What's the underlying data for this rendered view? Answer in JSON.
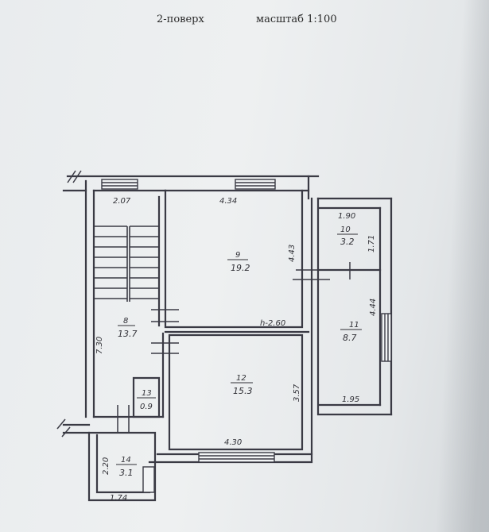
{
  "header": {
    "floor": "2-поверх",
    "scale": "масштаб 1:100"
  },
  "rooms": [
    {
      "number": "8",
      "area": "13.7"
    },
    {
      "number": "9",
      "area": "19.2"
    },
    {
      "number": "10",
      "area": "3.2"
    },
    {
      "number": "11",
      "area": "8.7"
    },
    {
      "number": "12",
      "area": "15.3"
    },
    {
      "number": "13",
      "area": "0.9"
    },
    {
      "number": "14",
      "area": "3.1"
    }
  ],
  "dimensions": {
    "stair_top": "2.07",
    "room9_top": "4.34",
    "room9_side": "4.43",
    "room10_top": "1.90",
    "room10_side": "1.71",
    "room11_side": "4.44",
    "room11_bottom": "1.95",
    "room12_side": "3.57",
    "room12_bottom": "4.30",
    "room8_side": "7.30",
    "room14_side": "2.20",
    "room14_bottom": "1.74",
    "ceiling_height": "h-2.60"
  }
}
